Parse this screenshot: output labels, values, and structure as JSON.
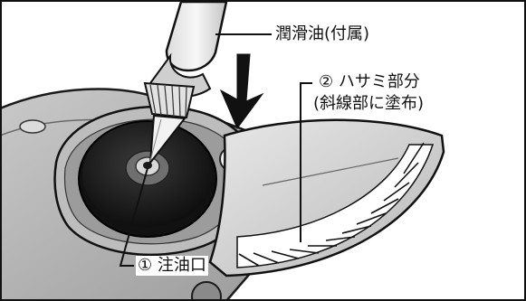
{
  "figure": {
    "labels": {
      "lubricant": "潤滑油(付属)",
      "blade_part": "② ハサミ部分",
      "blade_part_note": "(斜線部に塗布)",
      "oil_port": "① 注油口"
    }
  }
}
